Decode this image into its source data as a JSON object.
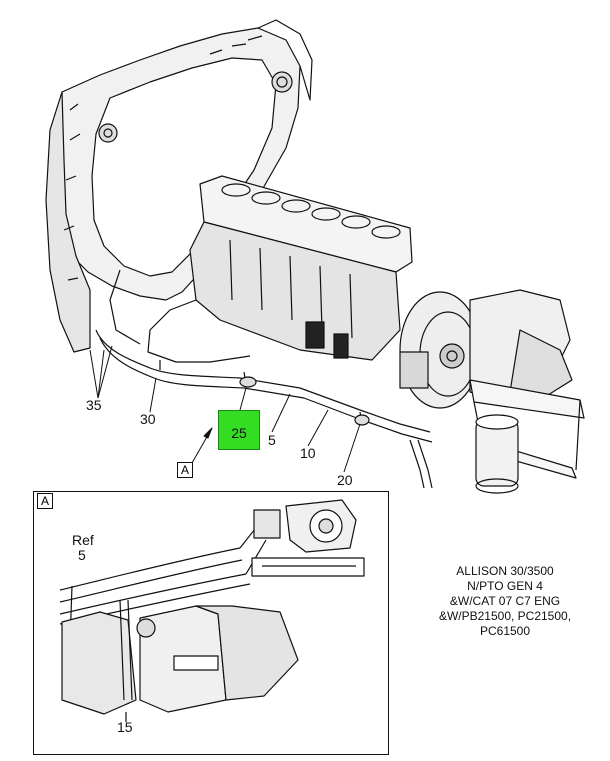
{
  "callouts": {
    "c35": "35",
    "c30": "30",
    "c25": "25",
    "c5": "5",
    "c10": "10",
    "c20": "20",
    "c15": "15",
    "ref_label": "Ref",
    "ref_num": "5"
  },
  "view_labels": {
    "main": "A",
    "detail": "A"
  },
  "caption_lines": [
    "ALLISON 30/3500",
    "N/PTO GEN 4",
    "&W/CAT 07 C7 ENG",
    "&W/PB21500, PC21500,",
    "PC61500"
  ],
  "colors": {
    "highlight": "#33dd22",
    "line": "#111111"
  }
}
